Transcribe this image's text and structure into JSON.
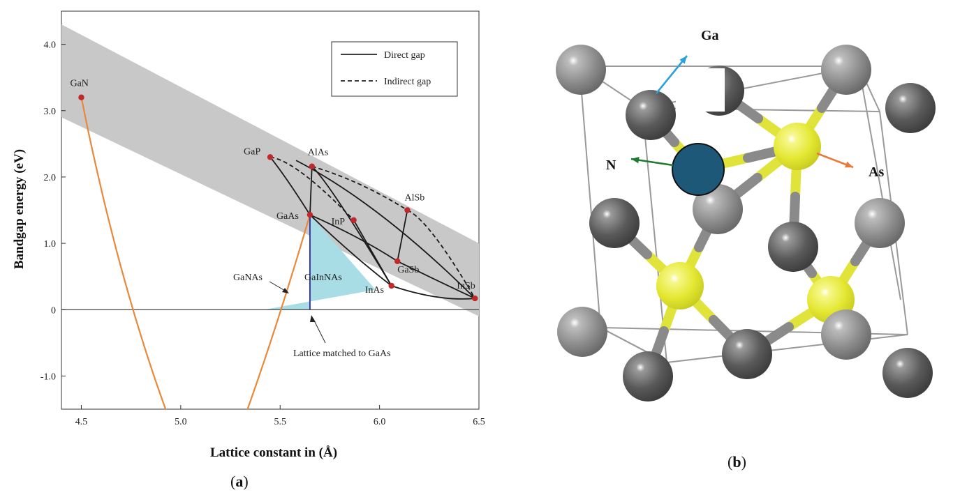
{
  "chart_data": {
    "type": "scatter",
    "xlabel": "Lattice constant in (Å)",
    "ylabel": "Bandgap energy (eV)",
    "xlim": [
      4.4,
      6.5
    ],
    "ylim": [
      -1.5,
      4.5
    ],
    "xticks": [
      "4.5",
      "5.0",
      "5.5",
      "6.0",
      "6.5"
    ],
    "yticks": [
      "-1.0",
      "0",
      "1.0",
      "2.0",
      "3.0",
      "4.0"
    ],
    "legend": {
      "position": "top-right",
      "entries": [
        {
          "label": "Direct gap",
          "style": "solid"
        },
        {
          "label": "Indirect gap",
          "style": "dashed"
        }
      ]
    },
    "points": [
      {
        "name": "GaN",
        "x": 4.5,
        "y": 3.2
      },
      {
        "name": "GaP",
        "x": 5.45,
        "y": 2.3
      },
      {
        "name": "AlAs",
        "x": 5.66,
        "y": 2.16
      },
      {
        "name": "GaAs",
        "x": 5.65,
        "y": 1.43
      },
      {
        "name": "InP",
        "x": 5.87,
        "y": 1.35
      },
      {
        "name": "AlSb",
        "x": 6.14,
        "y": 1.5
      },
      {
        "name": "GaSb",
        "x": 6.09,
        "y": 0.73
      },
      {
        "name": "InAs",
        "x": 6.06,
        "y": 0.36
      },
      {
        "name": "InSb",
        "x": 6.48,
        "y": 0.17
      }
    ],
    "annotations": [
      "GaNAs",
      "GaInNAs",
      "Lattice matched to GaAs"
    ],
    "colors": {
      "band": "#c8c8c8",
      "ganas_curve": "#e8893a",
      "gainnas_region": "#a8dde6",
      "point": "#c0282a",
      "lattice_line": "#2a2ab0"
    }
  },
  "captions": {
    "a": "a",
    "b": "b"
  },
  "crystal": {
    "labels": {
      "ga": "Ga",
      "n": "N",
      "as": "As"
    },
    "colors": {
      "ga": "#6d6d6d",
      "ga_light": "#9a9a9a",
      "as": "#e8ec3a",
      "n": "#1e5878",
      "arrow_ga": "#2aa0dc",
      "arrow_n": "#1e7a2e",
      "arrow_as": "#e87a3a"
    }
  }
}
